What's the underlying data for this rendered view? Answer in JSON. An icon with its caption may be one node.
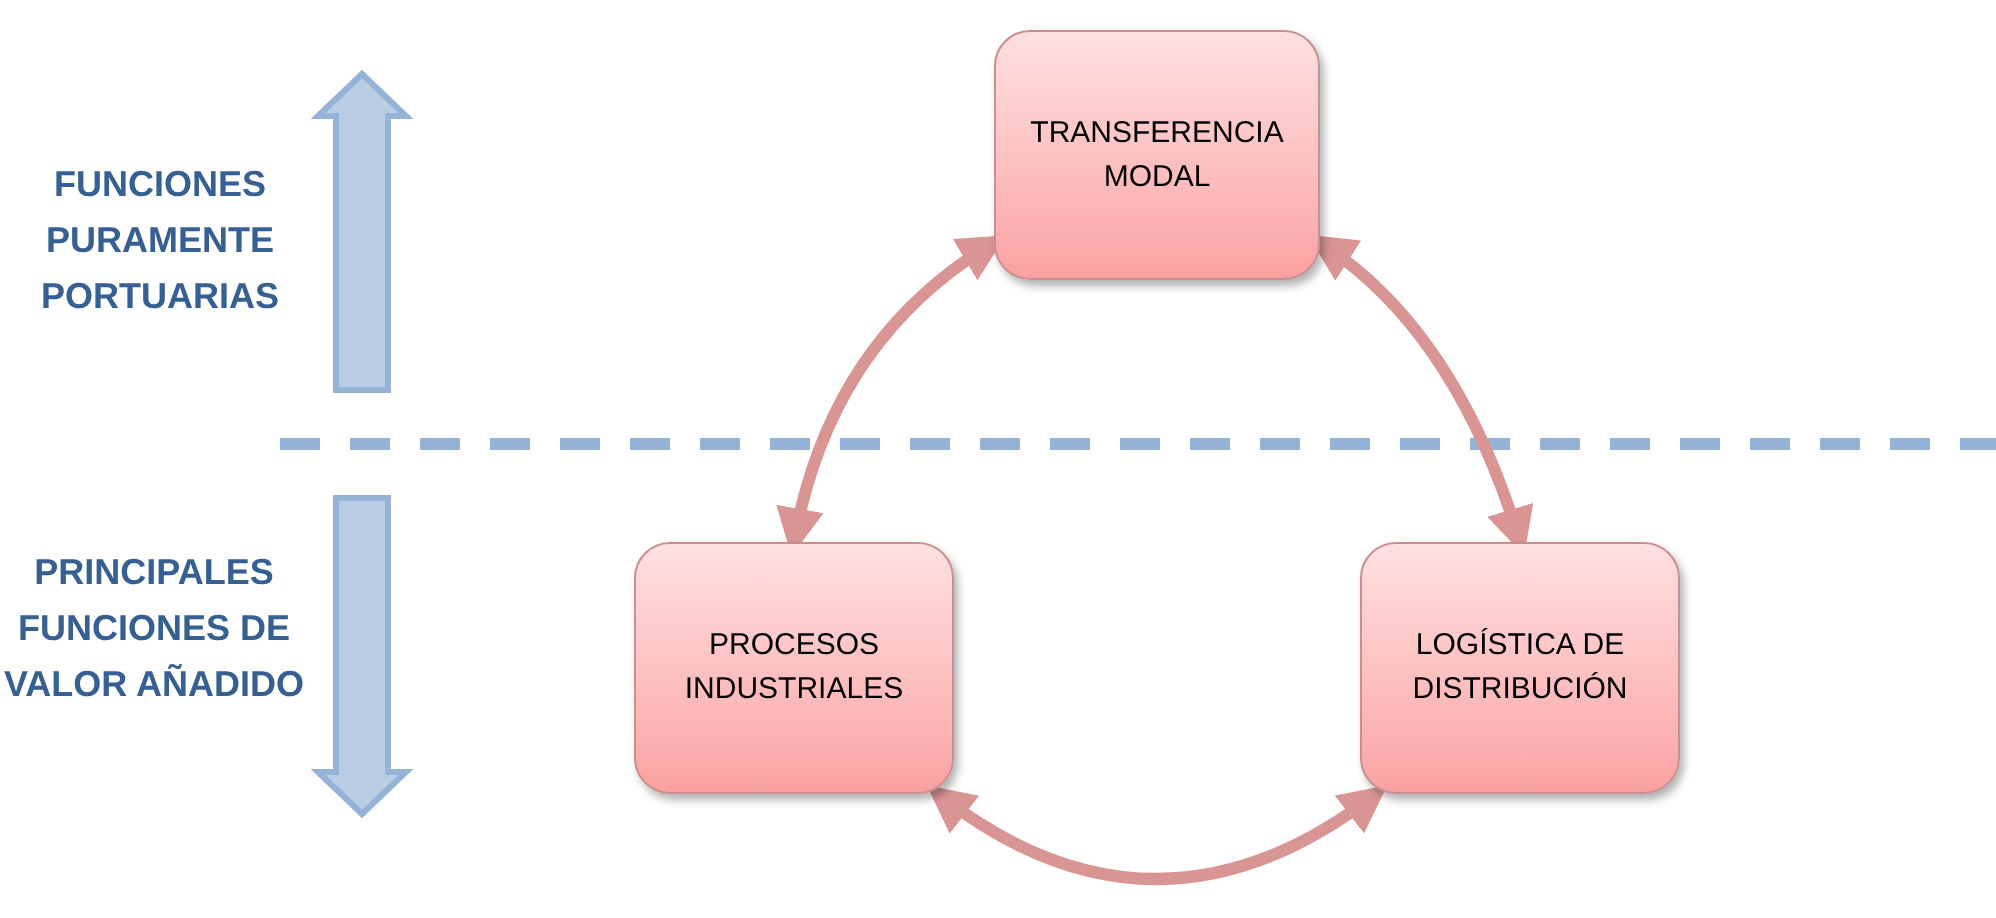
{
  "diagram": {
    "nodes": [
      {
        "text": [
          "TRANSFERENCIA MODAL"
        ]
      },
      {
        "text": [
          "PROCESOS INDUSTRIALES"
        ]
      },
      {
        "text": [
          "LOGÍSTICA DE DISTRIBUCIÓN"
        ]
      }
    ],
    "edges": [
      {
        "from": 0,
        "to": 1,
        "arrow": "both"
      },
      {
        "from": 0,
        "to": 2,
        "arrow": "both"
      },
      {
        "from": 1,
        "to": 2,
        "arrow": "both"
      }
    ],
    "labels": [
      "FUNCIONES PURAMENTE PORTUARIAS",
      "PRINCIPALES FUNCIONES DE VALOR AÑADIDO"
    ]
  }
}
